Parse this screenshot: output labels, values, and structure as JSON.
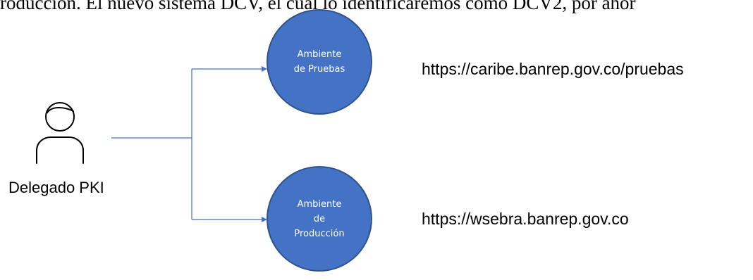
{
  "header_text": "roducción. El nuevo sistema DCV, el cual lo identificaremos como DCV2, por ahor",
  "actor": {
    "label": "Delegado PKI",
    "icon": "person-icon"
  },
  "environments": [
    {
      "line1": "Ambiente",
      "line2": "de Pruebas",
      "url": "https://caribe.banrep.gov.co/pruebas"
    },
    {
      "line1": "Ambiente",
      "line2": "de",
      "line3": "Producción",
      "url": "https://wsebra.banrep.gov.co"
    }
  ],
  "colors": {
    "node_fill": "#4472c4",
    "node_border": "#2f528f",
    "connector": "#4472c4"
  }
}
